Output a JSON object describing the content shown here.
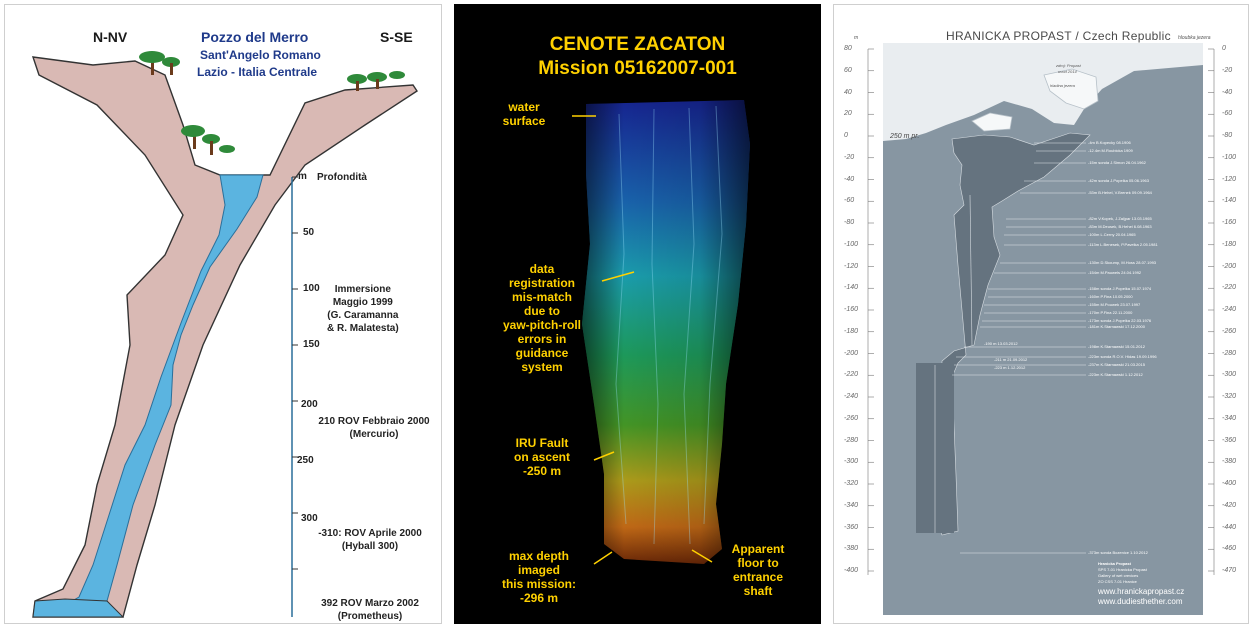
{
  "panel1": {
    "direction_left": "N-NV",
    "direction_right": "S-SE",
    "title": "Pozzo del Merro",
    "subtitle1": "Sant'Angelo Romano",
    "subtitle2": "Lazio - Italia Centrale",
    "depth_label": "Profondità",
    "depth_unit": "m",
    "ticks": [
      "50",
      "100",
      "150",
      "200",
      "250",
      "300"
    ],
    "annotations": [
      {
        "line1": "Immersione",
        "line2": "Maggio 1999",
        "line3": "(G. Caramanna",
        "line4": "& R. Malatesta)"
      },
      {
        "line1": "210 ROV Febbraio 2000",
        "line2": "(Mercurio)"
      },
      {
        "line1": "-310: ROV Aprile 2000",
        "line2": "(Hyball 300)"
      },
      {
        "line1": "392 ROV Marzo 2002",
        "line2": "(Prometheus)"
      }
    ],
    "colors": {
      "rock": "#d9b9b4",
      "water": "#5bb4e0",
      "text_title": "#1f3a8a"
    }
  },
  "panel2": {
    "title1": "CENOTE ZACATON",
    "title2": "Mission 05162007-001",
    "labels": {
      "water_surface": [
        "water",
        "surface"
      ],
      "registration": [
        "data",
        "registration",
        "mis-match",
        "due to",
        "yaw-pitch-roll",
        "errors in",
        "guidance",
        "system"
      ],
      "iru_fault": [
        "IRU Fault",
        "on ascent",
        "-250 m"
      ],
      "max_depth": [
        "max depth",
        "imaged",
        "this mission:",
        "-296 m"
      ],
      "apparent_floor": [
        "Apparent",
        "floor to",
        "entrance",
        "shaft"
      ]
    },
    "colors": {
      "background": "#000000",
      "label": "#ffd100"
    }
  },
  "panel3": {
    "title_main": "HRANICKA PROPAST",
    "title_sep": " / ",
    "title_country": "Czech Republic",
    "left_axis_unit": "m",
    "right_axis_label": "hloubka jezera",
    "left_ticks": [
      "80",
      "60",
      "40",
      "20",
      "0",
      "-20",
      "-40",
      "-60",
      "-80",
      "-100",
      "-120",
      "-140",
      "-160",
      "-180",
      "-200",
      "-220",
      "-240",
      "-260",
      "-280",
      "-300",
      "-320",
      "-340",
      "-360",
      "-380",
      "-400"
    ],
    "right_ticks": [
      "0",
      "-20",
      "-40",
      "-60",
      "-80",
      "-100",
      "-120",
      "-140",
      "-160",
      "-180",
      "-200",
      "-220",
      "-240",
      "-260",
      "-280",
      "-300",
      "-320",
      "-340",
      "-360",
      "-380",
      "-400",
      "-420",
      "-440",
      "-460",
      "-470"
    ],
    "map_labels": {
      "depth_left": "250 m pr.",
      "hladina": "hladina jezera",
      "note_top": "zdroj: Propast",
      "note_top2": "uvod 2014"
    },
    "records": [
      "-4m B.Kopecky 08.1906",
      "-12.4m M.Roubicka 1909",
      "-15m sonda J.Simon 26.04.1962",
      "-42m sonda J.Popelka 05.06.1963",
      "-53m B.Hehel, V.Brenek 09.09.1964",
      "-82m V.Kopek, J.Zaljpar 13.03.1965",
      "-83m M.Deusek, B.Hehel 6.08.1963",
      "-100m L.Cerny 20.04.1965",
      "-113m L.Benesek, P.Pavelka 2.05.1981",
      "-130m D.Skoump, M.Hoss 28.07.1993",
      "-154m M.Pauwels 24.04.1992",
      "-158m sonda J.Popelka 15.07.1974",
      "-160m P.Fina 10.05.2000",
      "-155m M.Pouwek 23.07.1997",
      "-170m P.Fina 22.11.2000",
      "-173m sonda J.Popelka 22.03.1976",
      "-181m K.Starnawski 17.12.2000",
      "-198m K.Starnawski 15.01.2012",
      "-223m sonda R.O.V. Hidas 19.09.1996",
      "-237m K.Starnawski 21.03.2015",
      "-223m K.Starnawski 1.12.2012",
      "-373m sonda Bozenice 1.10.2012"
    ],
    "left_records": [
      "-190 m 13.03.2012",
      "-211 m 21.09.2012",
      "-223 m 1.12.2012"
    ],
    "footer_lines": [
      "Hranicka Propast",
      "SPS 7-01 Hranicka Propast",
      "Gallery of wet crevices",
      "ZO CSS 7-01 Hranice"
    ],
    "urls": [
      "www.hranickapropast.cz",
      "www.dudiesthether.com"
    ],
    "colors": {
      "map": "#8796a2",
      "shaft": "#65737f",
      "rock_light": "#e9edf0"
    }
  }
}
